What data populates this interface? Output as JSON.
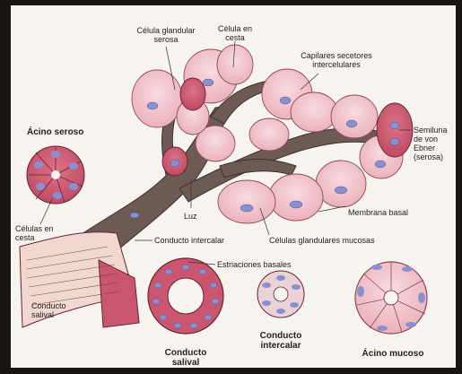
{
  "labels": {
    "celula_glandular_serosa": "Célula glandular\nserosa",
    "celula_en_cesta_top": "Célula en\ncesta",
    "capilares": "Capilares secetores\nintercelulares",
    "acino_seroso": "Ácino seroso",
    "semiluna": "Semiluna\nde von\nEbner\n(serosa)",
    "membrana_basal": "Membrana basal",
    "luz": "Luz",
    "celulas_en_cesta_left": "Células en\ncesta",
    "conducto_intercalar": "Conducto intercalar",
    "celulas_mucosas": "Células glandulares mucosas",
    "estriaciones": "Estriaciones basales",
    "conducto_salival_left": "Conducto\nsalival",
    "conducto_salival_bottom": "Conducto\nsalival",
    "conducto_intercalar_bottom": "Conducto\nintercalar",
    "acino_mucoso": "Ácino mucoso"
  },
  "colors": {
    "serous_cell": "#c9566e",
    "mucous_cell": "#f2c7cf",
    "nucleus": "#8a8fd0",
    "duct_stroma": "#5a4a46",
    "paper": "#f7f4ef"
  }
}
